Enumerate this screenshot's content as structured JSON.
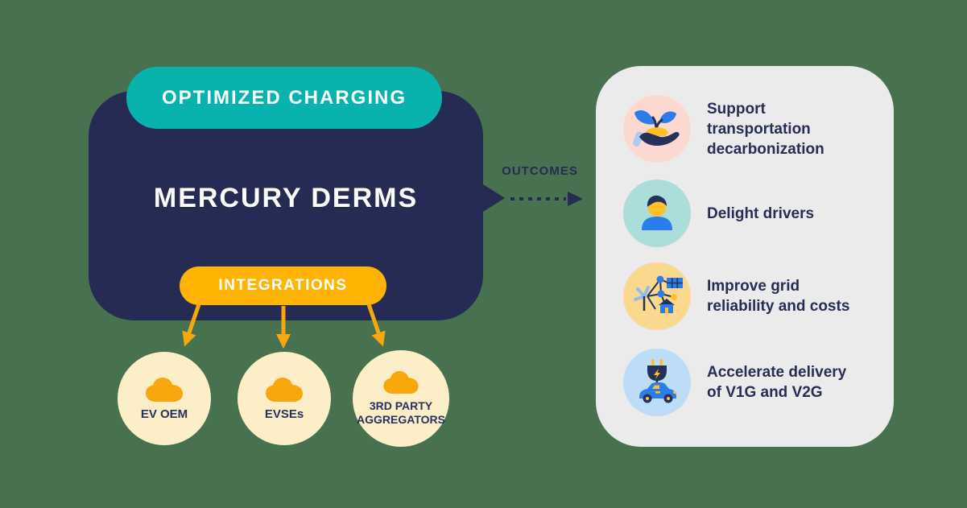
{
  "background_color": "#48714F",
  "main_box": {
    "title": "MERCURY DERMS",
    "box_color": "#252B52"
  },
  "optimized_pill": {
    "label": "OPTIMIZED CHARGING",
    "color": "#09B3AD"
  },
  "integrations_pill": {
    "label": "INTEGRATIONS",
    "color": "#FFB404"
  },
  "integration_nodes": {
    "circle_color": "#FCEFC8",
    "cloud_color": "#F8A70D",
    "arrow_color": "#F8A70D",
    "items": [
      {
        "label": "EV OEM",
        "icon": "cloud-icon"
      },
      {
        "label": "EVSEs",
        "icon": "cloud-icon"
      },
      {
        "label": "3RD PARTY\nAGGREGATORS",
        "icon": "cloud-icon"
      }
    ]
  },
  "outcomes": {
    "label": "OUTCOMES",
    "panel_color": "#EBEBEB",
    "text_color": "#272D55",
    "items": [
      {
        "text": "Support\ntransportation\ndecarbonization",
        "icon": "plant-in-hand-icon",
        "icon_bg": "#FBD9D0"
      },
      {
        "text": "Delight drivers",
        "icon": "driver-person-icon",
        "icon_bg": "#ABDDDB"
      },
      {
        "text": "Improve grid\nreliability and costs",
        "icon": "energy-grid-icon",
        "icon_bg": "#FAD98F"
      },
      {
        "text": "Accelerate delivery\nof V1G and V2G",
        "icon": "ev-charging-car-icon",
        "icon_bg": "#BDDCF8"
      }
    ]
  }
}
